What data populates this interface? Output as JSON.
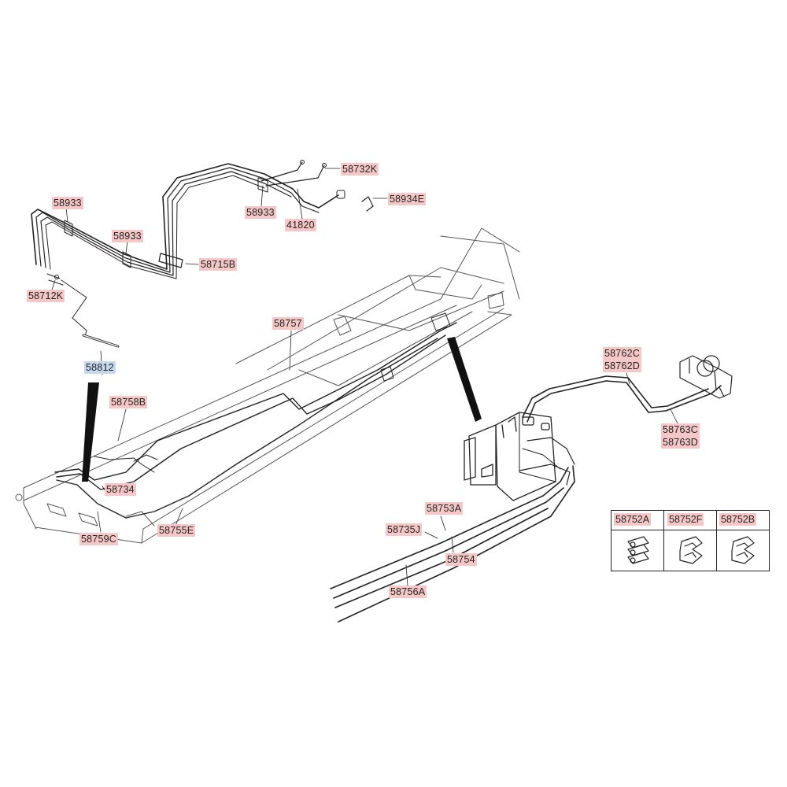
{
  "colors": {
    "label_bg": "#f6c7c7",
    "label_bg_highlight": "#c5d8f0",
    "line": "#222222"
  },
  "labels": {
    "l58933_a": "58933",
    "l58933_b": "58933",
    "l58933_c": "58933",
    "l58732K": "58732K",
    "l58934E": "58934E",
    "l41820": "41820",
    "l58715B": "58715B",
    "l58712K": "58712K",
    "l58812": "58812",
    "l58757": "58757",
    "l58758B": "58758B",
    "l58734": "58734",
    "l58759C": "58759C",
    "l58755E": "58755E",
    "l58762C": "58762C",
    "l58762D": "58762D",
    "l58763C": "58763C",
    "l58763D": "58763D",
    "l58753A": "58753A",
    "l58735J": "58735J",
    "l58754": "58754",
    "l58756A": "58756A"
  },
  "legend": {
    "headers": [
      "58752A",
      "58752F",
      "58752B"
    ],
    "icons": [
      "brake-line-clip-icon",
      "brake-line-clip-icon",
      "brake-line-clip-icon"
    ]
  }
}
